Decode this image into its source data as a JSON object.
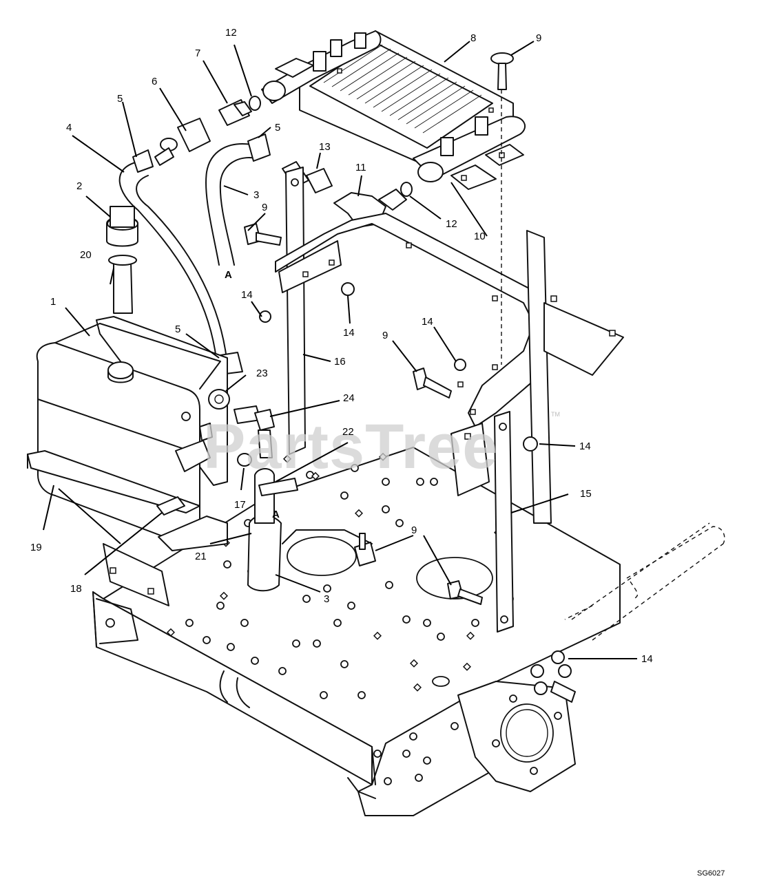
{
  "diagram_code": "SG6027",
  "watermark": {
    "text": "PartsTree",
    "trademark": "TM"
  },
  "reference_mark": "A",
  "callouts": [
    {
      "id": "c1",
      "text": "1"
    },
    {
      "id": "c2",
      "text": "2"
    },
    {
      "id": "c3a",
      "text": "3"
    },
    {
      "id": "c3b",
      "text": "3"
    },
    {
      "id": "c4",
      "text": "4"
    },
    {
      "id": "c5a",
      "text": "5"
    },
    {
      "id": "c5b",
      "text": "5"
    },
    {
      "id": "c5c",
      "text": "5"
    },
    {
      "id": "c6",
      "text": "6"
    },
    {
      "id": "c7",
      "text": "7"
    },
    {
      "id": "c8",
      "text": "8"
    },
    {
      "id": "c9a",
      "text": "9"
    },
    {
      "id": "c9b",
      "text": "9"
    },
    {
      "id": "c9c",
      "text": "9"
    },
    {
      "id": "c9d",
      "text": "9"
    },
    {
      "id": "c10",
      "text": "10"
    },
    {
      "id": "c11",
      "text": "11"
    },
    {
      "id": "c12a",
      "text": "12"
    },
    {
      "id": "c12b",
      "text": "12"
    },
    {
      "id": "c13",
      "text": "13"
    },
    {
      "id": "c14a",
      "text": "14"
    },
    {
      "id": "c14b",
      "text": "14"
    },
    {
      "id": "c14c",
      "text": "14"
    },
    {
      "id": "c14d",
      "text": "14"
    },
    {
      "id": "c14e",
      "text": "14"
    },
    {
      "id": "c15",
      "text": "15"
    },
    {
      "id": "c16",
      "text": "16"
    },
    {
      "id": "c17",
      "text": "17"
    },
    {
      "id": "c18",
      "text": "18"
    },
    {
      "id": "c19",
      "text": "19"
    },
    {
      "id": "c20",
      "text": "20"
    },
    {
      "id": "c21",
      "text": "21"
    },
    {
      "id": "c22",
      "text": "22"
    },
    {
      "id": "c23",
      "text": "23"
    },
    {
      "id": "c24",
      "text": "24"
    }
  ]
}
